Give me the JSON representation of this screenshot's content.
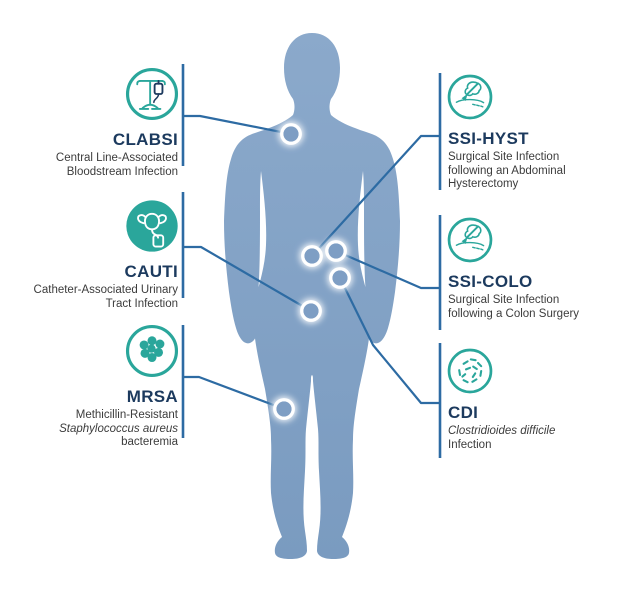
{
  "diagram_type": "healthcare-associated-infections-body-map",
  "colors": {
    "teal_icon": "#2AA69B",
    "navy_title": "#1C3A5E",
    "connector_blue": "#2D6BA3",
    "body_silhouette_blue": "#7E9EC4",
    "description_text": "#3C3C3C",
    "background": "#FFFFFF"
  },
  "infections": {
    "clabsi": {
      "abbr": "CLABSI",
      "desc_line1": "Central Line-Associated",
      "desc_line2": "Bloodstream Infection",
      "icon": "iv-drip-icon",
      "body_marker": "upper-chest"
    },
    "cauti": {
      "abbr": "CAUTI",
      "desc_line1": "Catheter-Associated Urinary",
      "desc_line2": "Tract Infection",
      "icon": "urinary-catheter-icon",
      "body_marker": "pelvis"
    },
    "mrsa": {
      "abbr": "MRSA",
      "desc_line1": "Methicillin-Resistant",
      "desc_line2": "Staphylococcus aureus",
      "desc_line3": "bacteremia",
      "icon": "bacteria-cluster-icon",
      "body_marker": "thigh"
    },
    "ssi_hyst": {
      "abbr": "SSI-HYST",
      "desc_line1": "Surgical Site Infection",
      "desc_line2": "following an Abdominal",
      "desc_line3": "Hysterectomy",
      "icon": "surgical-incision-icon",
      "body_marker": "mid-abdomen"
    },
    "ssi_colo": {
      "abbr": "SSI-COLO",
      "desc_line1": "Surgical Site Infection",
      "desc_line2": "following a Colon Surgery",
      "icon": "surgical-incision-icon",
      "body_marker": "abdomen-right"
    },
    "cdi": {
      "abbr": "CDI",
      "desc_line1": "Clostridioides difficile",
      "desc_line2": "Infection",
      "icon": "rod-bacteria-icon",
      "body_marker": "lower-abdomen-right"
    }
  }
}
